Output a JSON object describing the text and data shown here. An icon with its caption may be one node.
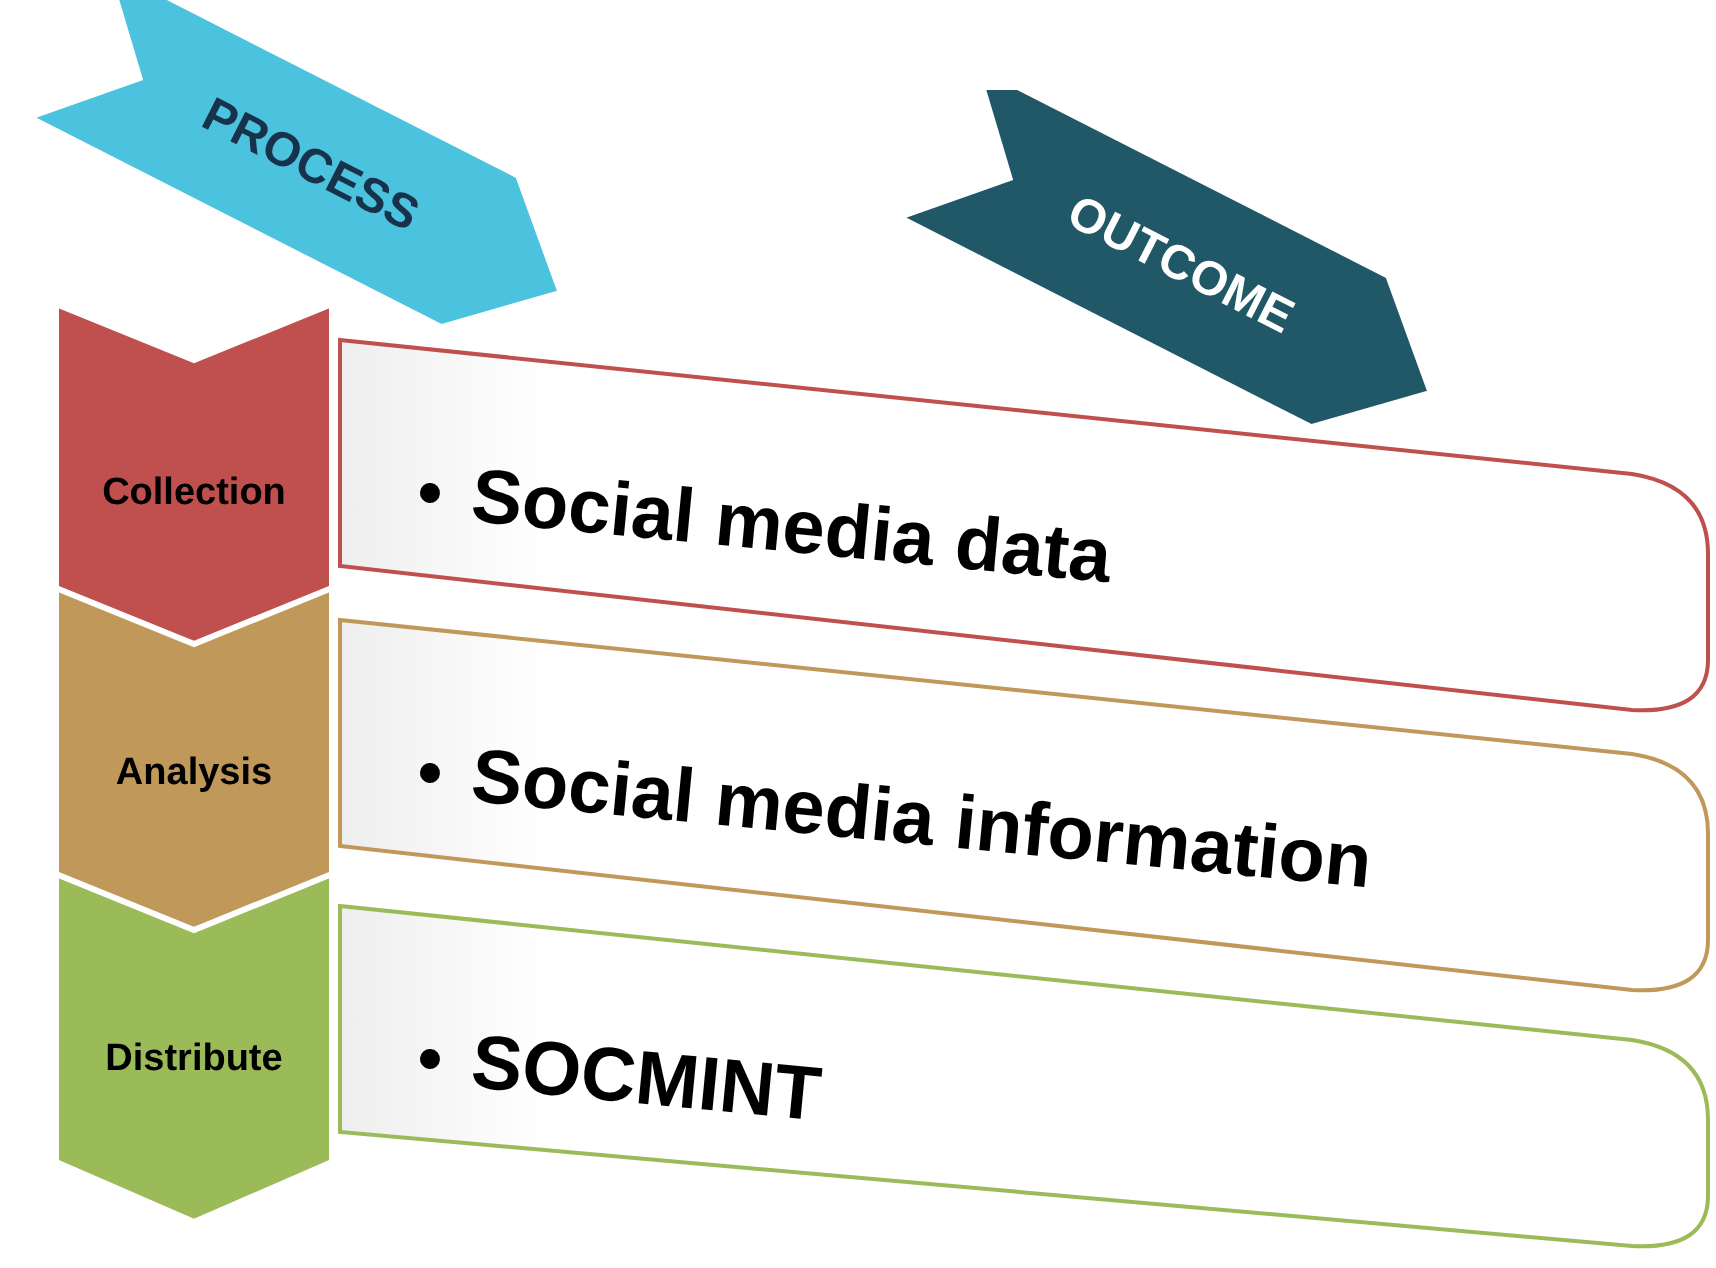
{
  "diagram": {
    "nodes": [
      {
        "text": [
          "PROCESS"
        ]
      },
      {
        "text": [
          "OUTCOME"
        ]
      },
      {
        "text": [
          "Collection"
        ]
      },
      {
        "text": [
          "Social media data"
        ]
      },
      {
        "text": [
          "Analysis"
        ]
      },
      {
        "text": [
          "Social media information"
        ]
      },
      {
        "text": [
          "Distribute"
        ]
      },
      {
        "text": [
          "SOCMINT"
        ]
      }
    ]
  }
}
